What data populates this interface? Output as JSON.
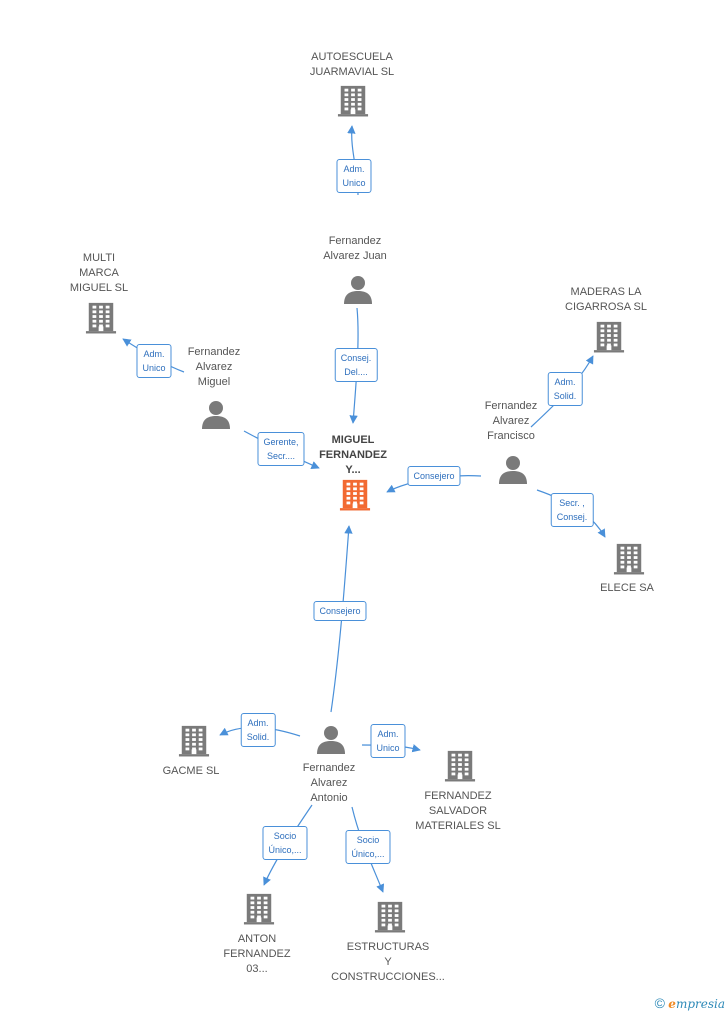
{
  "colors": {
    "edge": "#4a90d9",
    "company": "#7a7a7a",
    "focus_company": "#f26a32",
    "person": "#7a7a7a"
  },
  "nodes": [
    {
      "id": "center",
      "type": "company",
      "focus": true,
      "label": "MIGUEL\nFERNANDEZ\nY..."
    },
    {
      "id": "autoescuela",
      "type": "company",
      "label": "AUTOESCUELA\nJUARMAVIAL SL"
    },
    {
      "id": "multimarca",
      "type": "company",
      "label": "MULTI\nMARCA\nMIGUEL SL"
    },
    {
      "id": "maderas",
      "type": "company",
      "label": "MADERAS LA\nCIGARROSA SL"
    },
    {
      "id": "elece",
      "type": "company",
      "label": "ELECE SA"
    },
    {
      "id": "gacme",
      "type": "company",
      "label": "GACME SL"
    },
    {
      "id": "fsm",
      "type": "company",
      "label": "FERNANDEZ\nSALVADOR\nMATERIALES SL"
    },
    {
      "id": "anton",
      "type": "company",
      "label": "ANTON\nFERNANDEZ\n03..."
    },
    {
      "id": "estructuras",
      "type": "company",
      "label": "ESTRUCTURAS\nY\nCONSTRUCCIONES..."
    },
    {
      "id": "p_juan",
      "type": "person",
      "label": "Fernandez\nAlvarez Juan"
    },
    {
      "id": "p_miguel",
      "type": "person",
      "label": "Fernandez\nAlvarez\nMiguel"
    },
    {
      "id": "p_francisco",
      "type": "person",
      "label": "Fernandez\nAlvarez\nFrancisco"
    },
    {
      "id": "p_antonio",
      "type": "person",
      "label": "Fernandez\nAlvarez\nAntonio"
    }
  ],
  "edges": [
    {
      "id": "e1",
      "from": "p_juan",
      "to": "autoescuela",
      "label": "Adm.\nUnico"
    },
    {
      "id": "e2",
      "from": "p_juan",
      "to": "center",
      "label": "Consej.\nDel...."
    },
    {
      "id": "e3",
      "from": "p_miguel",
      "to": "multimarca",
      "label": "Adm.\nUnico"
    },
    {
      "id": "e4",
      "from": "p_miguel",
      "to": "center",
      "label": "Gerente,\nSecr...."
    },
    {
      "id": "e5",
      "from": "p_francisco",
      "to": "maderas",
      "label": "Adm.\nSolid."
    },
    {
      "id": "e6",
      "from": "p_francisco",
      "to": "center",
      "label": "Consejero"
    },
    {
      "id": "e7",
      "from": "p_francisco",
      "to": "elece",
      "label": "Secr. ,\nConsej."
    },
    {
      "id": "e8",
      "from": "p_antonio",
      "to": "center",
      "label": "Consejero"
    },
    {
      "id": "e9",
      "from": "p_antonio",
      "to": "gacme",
      "label": "Adm.\nSolid."
    },
    {
      "id": "e10",
      "from": "p_antonio",
      "to": "fsm",
      "label": "Adm.\nUnico"
    },
    {
      "id": "e11",
      "from": "p_antonio",
      "to": "anton",
      "label": "Socio\nÚnico,..."
    },
    {
      "id": "e12",
      "from": "p_antonio",
      "to": "estructuras",
      "label": "Socio\nÚnico,..."
    }
  ],
  "footer": {
    "copyright": "©",
    "brand_initial": "e",
    "brand_rest": "mpresia"
  }
}
